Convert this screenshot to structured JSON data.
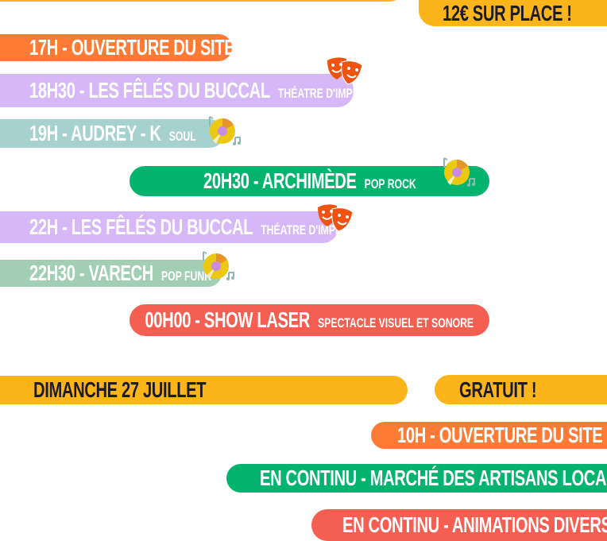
{
  "colors": {
    "yellow": "#fbb41a",
    "orange": "#fe7b35",
    "purple": "#d6b8f8",
    "teal": "#a7d1cf",
    "green": "#03b46f",
    "sage": "#a2cfb4",
    "red": "#f55f52"
  },
  "saturday": {
    "price": "12€ SUR PLACE !",
    "items": [
      {
        "main": "17H - OUVERTURE DU SITE",
        "sub": ""
      },
      {
        "main": "18H30 -  LES FÊLÉS DU BUCCAL",
        "sub": "THÉATRE D'IMPRO",
        "icon": "theater-masks-icon"
      },
      {
        "main": "19H - AUDREY - K",
        "sub": "SOUL",
        "icon": "vinyl-disc-icon"
      },
      {
        "main": "20H30 - ARCHIMÈDE",
        "sub": "POP ROCK",
        "icon": "vinyl-disc-icon"
      },
      {
        "main": "22H -  LES FÊLÉS DU BUCCAL",
        "sub": "THÉATRE D'IMPRO",
        "icon": "theater-masks-icon"
      },
      {
        "main": "22H30 - VARECH",
        "sub": "POP FUNK",
        "icon": "vinyl-disc-icon"
      },
      {
        "main": "00H00 - SHOW LASER",
        "sub": "SPECTACLE VISUEL ET SONORE"
      }
    ]
  },
  "sunday": {
    "title": "DIMANCHE 27 JUILLET",
    "price": "GRATUIT !",
    "items": [
      {
        "main": "10H - OUVERTURE DU SITE"
      },
      {
        "main": "EN CONTINU - MARCHÉ DES ARTISANS LOCAUX"
      },
      {
        "main": "EN CONTINU - ANIMATIONS DIVERSES"
      }
    ]
  }
}
